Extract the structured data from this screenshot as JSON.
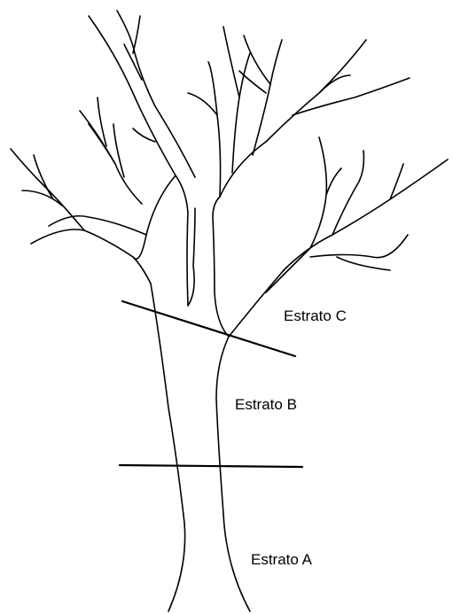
{
  "labels": {
    "estrato_c": "Estrato C",
    "estrato_b": "Estrato B",
    "estrato_a": "Estrato A"
  },
  "colors": {
    "line": "#000000",
    "background": "#ffffff"
  }
}
